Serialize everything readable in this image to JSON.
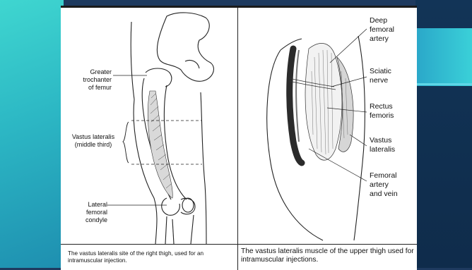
{
  "left_panel": {
    "labels": {
      "greater_trochanter": "Greater trochanter\nof femur",
      "vastus_lateralis": "Vastus lateralis\n(middle third)",
      "lateral_condyle": "Lateral femoral\ncondyle"
    },
    "caption": "The vastus lateralis site of the right thigh, used for an intramuscular injection."
  },
  "right_panel": {
    "labels": {
      "deep_femoral": "Deep\nfemoral\nartery",
      "sciatic": "Sciatic\nnerve",
      "rectus": "Rectus\nfemoris",
      "vastus": "Vastus\nlateralis",
      "femoral": "Femoral\nartery\nand vein"
    },
    "caption": "The vastus lateralis muscle of the upper thigh used for intramuscular injections."
  },
  "theme": {
    "accent_teal": "#3fd6d0",
    "navy": "#1e3a5f"
  }
}
